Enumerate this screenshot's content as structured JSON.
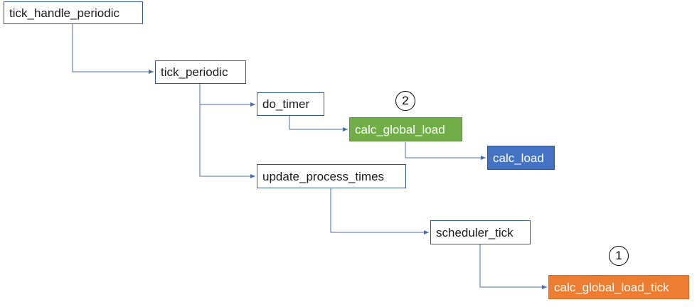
{
  "nodes": {
    "tick_handle_periodic": "tick_handle_periodic",
    "tick_periodic": "tick_periodic",
    "do_timer": "do_timer",
    "calc_global_load": "calc_global_load",
    "calc_load": "calc_load",
    "update_process_times": "update_process_times",
    "scheduler_tick": "scheduler_tick",
    "calc_global_load_tick": "calc_global_load_tick"
  },
  "markers": {
    "first": "1",
    "second": "2"
  },
  "colors": {
    "edge": "#4a6ea8",
    "border": "#2f5597",
    "green": "#70ad47",
    "blue": "#4472c4",
    "orange": "#ed7d31"
  }
}
